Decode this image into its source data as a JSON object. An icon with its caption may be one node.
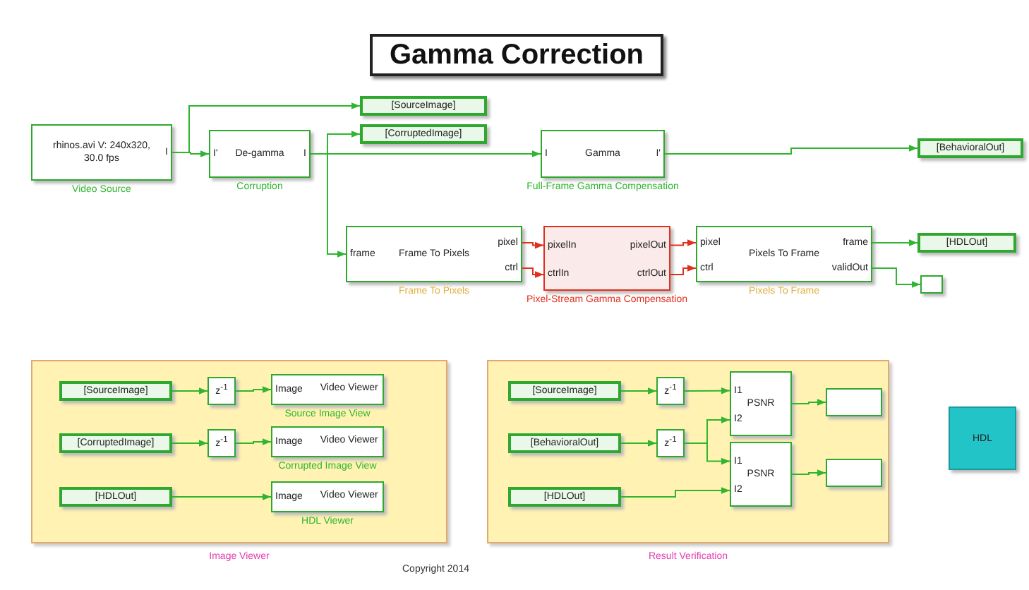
{
  "diagram": {
    "title": "Gamma Correction",
    "nodes": [
      {
        "text": [
          "rhinos.avi V: 240x320, 30.0 fps",
          "I"
        ],
        "beside": [
          "Video Source"
        ]
      },
      {
        "text": [
          "I'",
          "De-gamma",
          "I"
        ],
        "beside": [
          "Corruption"
        ]
      },
      {
        "text": [
          "[SourceImage]"
        ]
      },
      {
        "text": [
          "[CorruptedImage]"
        ]
      },
      {
        "text": [
          "I",
          "Gamma",
          "I'"
        ],
        "beside": [
          "Full-Frame Gamma Compensation"
        ]
      },
      {
        "text": [
          "[BehavioralOut]"
        ]
      },
      {
        "text": [
          "frame",
          "Frame To Pixels",
          "pixel",
          "ctrl"
        ],
        "beside": [
          "Frame To Pixels"
        ]
      },
      {
        "text": [
          "pixelIn",
          "ctrlIn",
          "pixelOut",
          "ctrlOut"
        ],
        "beside": [
          "Pixel-Stream Gamma Compensation"
        ]
      },
      {
        "text": [
          "pixel",
          "ctrl",
          "Pixels To Frame",
          "frame",
          "validOut"
        ],
        "beside": [
          "Pixels To Frame"
        ]
      },
      {
        "text": [
          "[HDLOut]"
        ]
      },
      {
        "text": [],
        "shape": "box"
      },
      {
        "text": [
          "Image Viewer"
        ]
      },
      {
        "text": [
          "[SourceImage]"
        ],
        "in": 11
      },
      {
        "text": [
          "z$^{-1}$"
        ],
        "in": 11
      },
      {
        "text": [
          "Image",
          "Video Viewer"
        ],
        "beside": [
          "Source Image View"
        ],
        "in": 11
      },
      {
        "text": [
          "[CorruptedImage]"
        ],
        "in": 11
      },
      {
        "text": [
          "z$^{-1}$"
        ],
        "in": 11
      },
      {
        "text": [
          "Image",
          "Video Viewer"
        ],
        "beside": [
          "Corrupted Image View"
        ],
        "in": 11
      },
      {
        "text": [
          "[HDLOut]"
        ],
        "in": 11
      },
      {
        "text": [
          "Image",
          "Video Viewer"
        ],
        "beside": [
          "HDL Viewer"
        ],
        "in": 11
      },
      {
        "text": [
          "Result Verification"
        ]
      },
      {
        "text": [
          "[SourceImage]"
        ],
        "in": 20
      },
      {
        "text": [
          "z$^{-1}$"
        ],
        "in": 20
      },
      {
        "text": [
          "[BehavioralOut]"
        ],
        "in": 20
      },
      {
        "text": [
          "z$^{-1}$"
        ],
        "in": 20
      },
      {
        "text": [
          "[HDLOut]"
        ],
        "in": 20
      },
      {
        "text": [
          "I1",
          "PSNR",
          "I2"
        ],
        "in": 20
      },
      {
        "text": [
          "I1",
          "PSNR",
          "I2"
        ],
        "in": 20
      },
      {
        "text": [],
        "shape": "box",
        "in": 20
      },
      {
        "text": [],
        "shape": "box",
        "in": 20
      },
      {
        "text": [
          "HDL"
        ]
      }
    ],
    "edges": [
      {
        "from": 0,
        "to": 1,
        "arrow": "to"
      },
      {
        "from": 0,
        "to": 2,
        "arrow": "to"
      },
      {
        "from": 1,
        "to": 3,
        "arrow": "to"
      },
      {
        "from": 1,
        "to": 4,
        "arrow": "to"
      },
      {
        "from": 1,
        "to": 6,
        "arrow": "to"
      },
      {
        "from": 4,
        "to": 5,
        "arrow": "to"
      },
      {
        "from": 6,
        "to": 7,
        "arrow": "to",
        "color": "#e0301e"
      },
      {
        "from": 6,
        "to": 7,
        "arrow": "to",
        "color": "#e0301e"
      },
      {
        "from": 7,
        "to": 8,
        "arrow": "to",
        "color": "#e0301e"
      },
      {
        "from": 7,
        "to": 8,
        "arrow": "to",
        "color": "#e0301e"
      },
      {
        "from": 8,
        "to": 9,
        "arrow": "to"
      },
      {
        "from": 8,
        "to": 10,
        "arrow": "to"
      },
      {
        "from": 12,
        "to": 13,
        "arrow": "to"
      },
      {
        "from": 13,
        "to": 14,
        "arrow": "to"
      },
      {
        "from": 15,
        "to": 16,
        "arrow": "to"
      },
      {
        "from": 16,
        "to": 17,
        "arrow": "to"
      },
      {
        "from": 18,
        "to": 19,
        "arrow": "to"
      },
      {
        "from": 21,
        "to": 22,
        "arrow": "to"
      },
      {
        "from": 22,
        "to": 26,
        "arrow": "to"
      },
      {
        "from": 23,
        "to": 24,
        "arrow": "to"
      },
      {
        "from": 24,
        "to": 26,
        "arrow": "to"
      },
      {
        "from": 24,
        "to": 27,
        "arrow": "to"
      },
      {
        "from": 25,
        "to": 27,
        "arrow": "to"
      },
      {
        "from": 26,
        "to": 28,
        "arrow": "to"
      },
      {
        "from": 27,
        "to": 29,
        "arrow": "to"
      }
    ],
    "labels": [
      "Copyright 2014"
    ]
  }
}
